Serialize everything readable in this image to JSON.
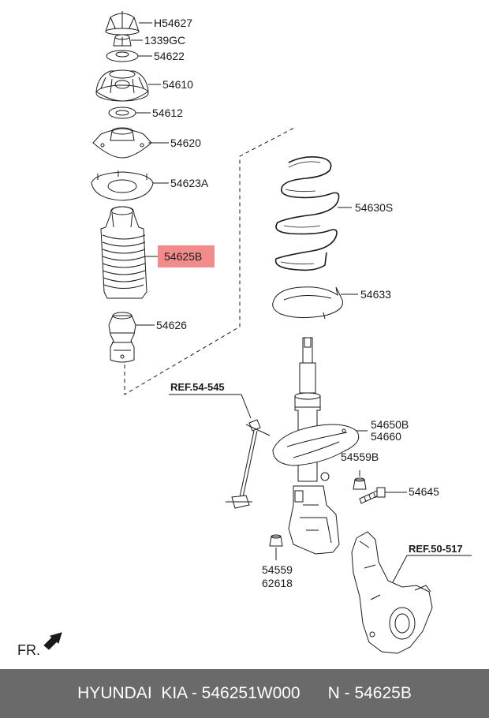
{
  "callouts": {
    "h54627": "H54627",
    "c1339gc": "1339GC",
    "c54622": "54622",
    "c54610": "54610",
    "c54612": "54612",
    "c54620": "54620",
    "c54623a": "54623A",
    "c54630s": "54630S",
    "c54625b": "54625B",
    "c54633": "54633",
    "c54626": "54626",
    "c54650b": "54650B",
    "c54660": "54660",
    "c54559b": "54559B",
    "c54645": "54645",
    "c54559": "54559",
    "c62618": "62618"
  },
  "refs": {
    "ref_54_545": "REF.54-545",
    "ref_50_517": "REF.50-517"
  },
  "fr_label": "FR.",
  "footer": {
    "text": "HYUNDAI  KIA - 546251W000      N - 54625B"
  },
  "colors": {
    "highlight": "#f28b8b",
    "footer_bg": "#6a6a6a",
    "line": "#1a1a1a"
  }
}
